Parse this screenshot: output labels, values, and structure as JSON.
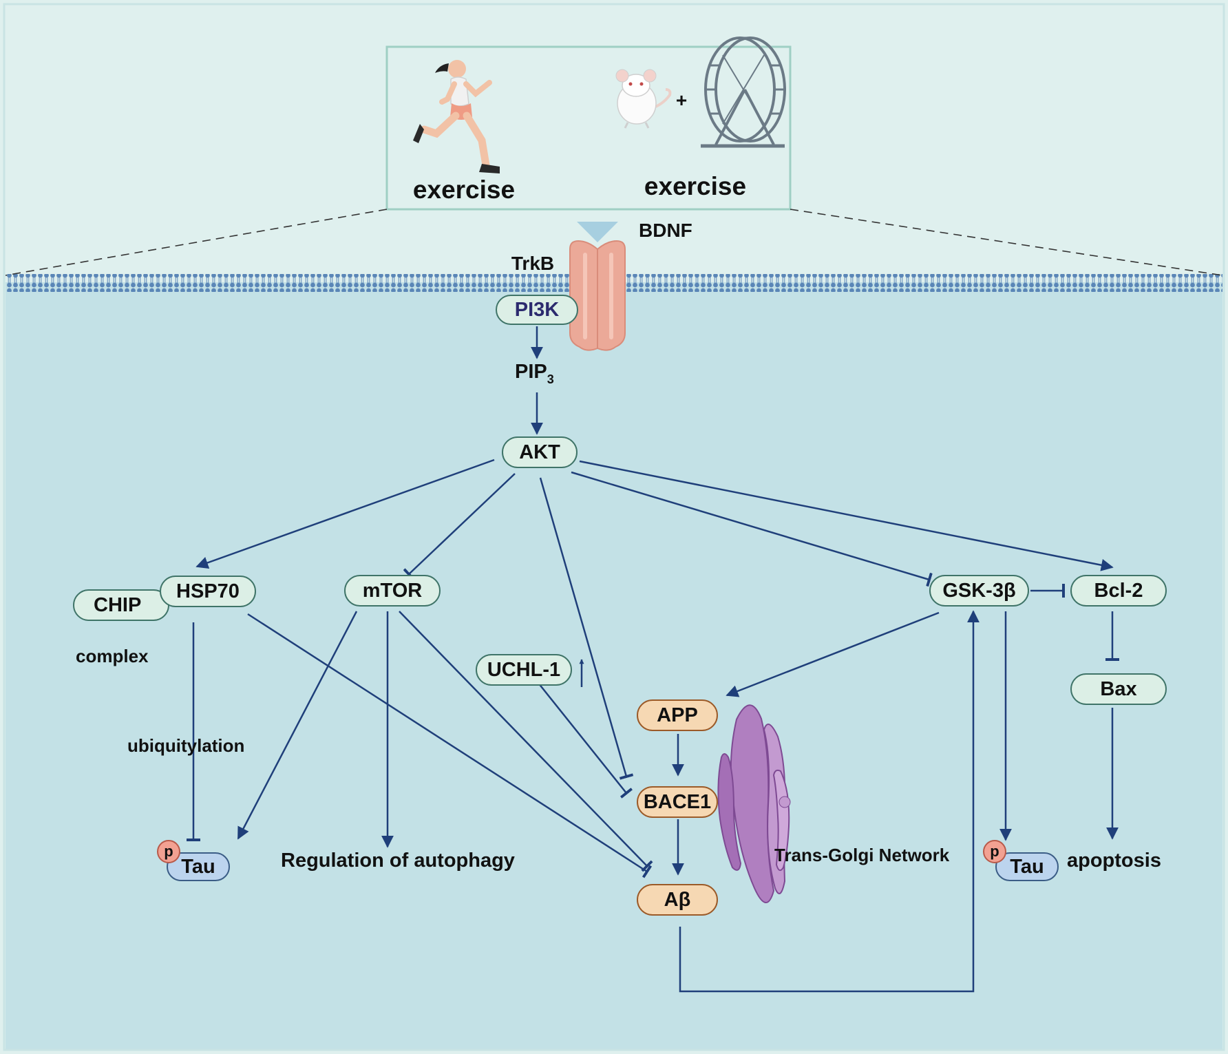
{
  "title_box": {
    "left_label": "exercise",
    "right_label": "exercise",
    "plus_sign": "+",
    "icons": [
      "running-woman-icon",
      "rat-icon",
      "exercise-wheel-icon"
    ]
  },
  "receptor": {
    "ligand_label": "BDNF",
    "receptor_label": "TrkB"
  },
  "nodes": {
    "pi3k": "PI3K",
    "pip3_main": "PIP",
    "pip3_sub": "3",
    "akt": "AKT",
    "hsp70": "HSP70",
    "chip": "CHIP",
    "mtor": "mTOR",
    "gsk3b": "GSK-3β",
    "bcl2": "Bcl-2",
    "uchl1": "UCHL-1",
    "uchl1_arrow": "↑",
    "app": "APP",
    "bace1": "BACE1",
    "abeta": "Aβ",
    "bax": "Bax",
    "tau_left": "Tau",
    "tau_right": "Tau",
    "p_left": "p",
    "p_right": "p"
  },
  "labels": {
    "complex": "complex",
    "ubiquitylation": "ubiquitylation",
    "autophagy": "Regulation of autophagy",
    "golgi": "Trans-Golgi Network",
    "apoptosis": "apoptosis"
  },
  "colors": {
    "background_top": "#dff0ee",
    "cytoplasm": "#c3e1e6",
    "membrane": "#5a86b7",
    "arrow": "#1f3f7a",
    "node_green": "#dcefe6",
    "node_orange": "#f6d8b3",
    "node_blue": "#bcd4ee",
    "receptor": "#eba998",
    "golgi": "#a87bb8"
  }
}
